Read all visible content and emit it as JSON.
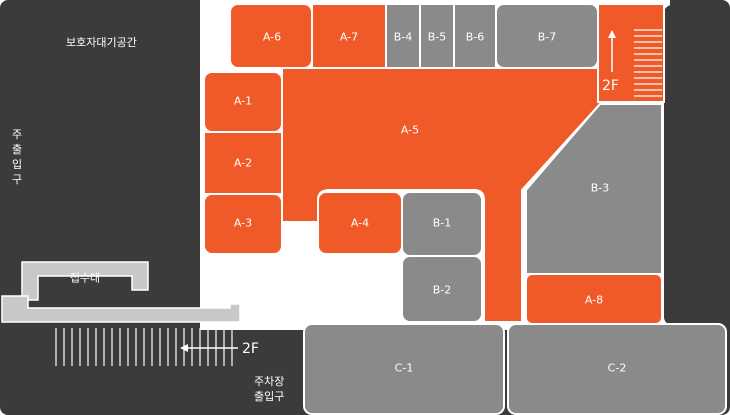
{
  "colors": {
    "background": "#3b3b3b",
    "orange_booth": "#f05a28",
    "grey_booth": "#8a8a8a",
    "desk": "#c8c8c8",
    "outline": "#ffffff"
  },
  "labels": {
    "protected_space": "보호자대기공간",
    "main_entrance": [
      "주",
      "출",
      "입",
      "구"
    ],
    "reception": "접수대",
    "stairs_2f_top": "2F",
    "stairs_2f_bottom": "2F",
    "parking_entrance": [
      "주차장",
      "출입구"
    ]
  },
  "booths": {
    "A-6": "A-6",
    "A-7": "A-7",
    "B-4": "B-4",
    "B-5": "B-5",
    "B-6": "B-6",
    "B-7": "B-7",
    "A-1": "A-1",
    "A-2": "A-2",
    "A-3": "A-3",
    "A-4": "A-4",
    "A-5": "A-5",
    "B-1": "B-1",
    "B-2": "B-2",
    "B-3": "B-3",
    "A-8": "A-8",
    "C-1": "C-1",
    "C-2": "C-2"
  },
  "icons": {
    "arrow_top": "arrow-up-icon",
    "arrow_bottom": "arrow-left-icon"
  }
}
